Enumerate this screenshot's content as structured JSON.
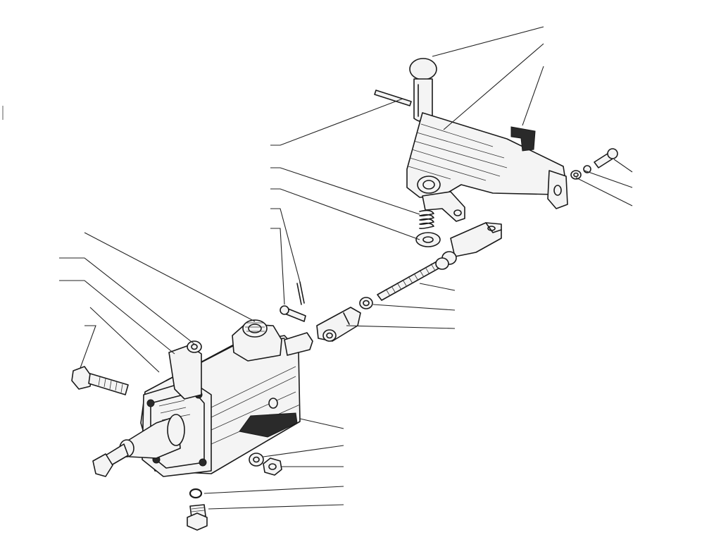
{
  "drawing": {
    "kind": "exploded-assembly",
    "background": "#ffffff",
    "ink_color": "#1a1a1a"
  },
  "callouts": [
    {
      "id": "c01",
      "label": ""
    },
    {
      "id": "c02",
      "label": ""
    },
    {
      "id": "c03",
      "label": ""
    },
    {
      "id": "c04",
      "label": ""
    },
    {
      "id": "c05",
      "label": ""
    },
    {
      "id": "c06",
      "label": ""
    },
    {
      "id": "c07",
      "label": ""
    },
    {
      "id": "c08",
      "label": ""
    },
    {
      "id": "c09",
      "label": ""
    },
    {
      "id": "c10",
      "label": ""
    },
    {
      "id": "c11",
      "label": ""
    },
    {
      "id": "c12",
      "label": ""
    },
    {
      "id": "c13",
      "label": ""
    },
    {
      "id": "c14",
      "label": ""
    },
    {
      "id": "c15",
      "label": ""
    },
    {
      "id": "c16",
      "label": ""
    },
    {
      "id": "c17",
      "label": ""
    },
    {
      "id": "c18",
      "label": ""
    },
    {
      "id": "c19",
      "label": ""
    },
    {
      "id": "c20",
      "label": ""
    },
    {
      "id": "c21",
      "label": ""
    },
    {
      "id": "c22",
      "label": ""
    },
    {
      "id": "c23",
      "label": ""
    },
    {
      "id": "c24",
      "label": ""
    }
  ]
}
